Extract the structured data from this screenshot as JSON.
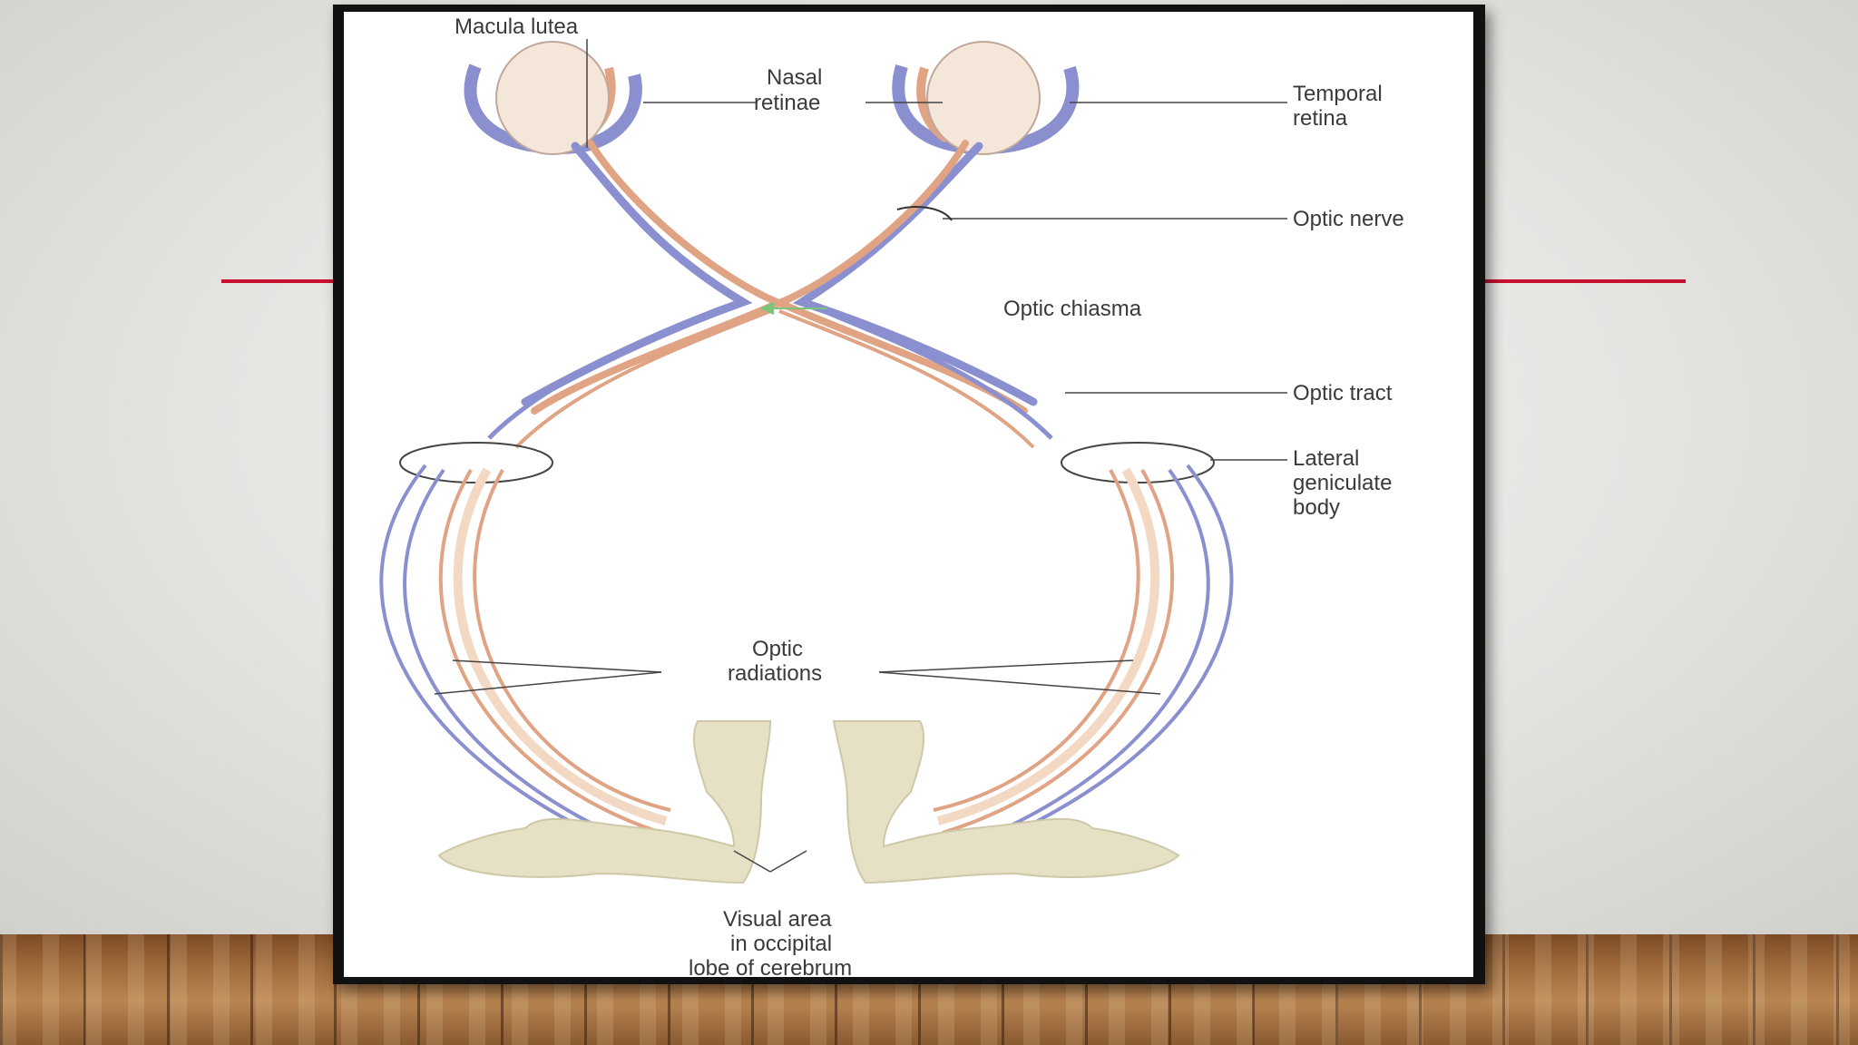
{
  "labels": {
    "macula_lutea": "Macula lutea",
    "nasal_line1": "Nasal",
    "nasal_line2": "retinae",
    "temporal_line1": "Temporal",
    "temporal_line2": "retina",
    "optic_nerve": "Optic nerve",
    "optic_chiasma": "Optic chiasma",
    "optic_tract": "Optic tract",
    "lgb_line1": "Lateral",
    "lgb_line2": "geniculate",
    "lgb_line3": "body",
    "radiations_line1": "Optic",
    "radiations_line2": "radiations",
    "visual_line1": "Visual area",
    "visual_line2": "in occipital",
    "visual_line3": "lobe of cerebrum"
  },
  "colors": {
    "accent_line": "#c8102e",
    "temporal_fiber": "#8a8fd0",
    "nasal_fiber": "#e0a383",
    "eye_fill": "#f5e6da",
    "cortex_fill": "#e6e1c4",
    "arrow_green": "#7cc47a",
    "leader_line": "#444444"
  }
}
